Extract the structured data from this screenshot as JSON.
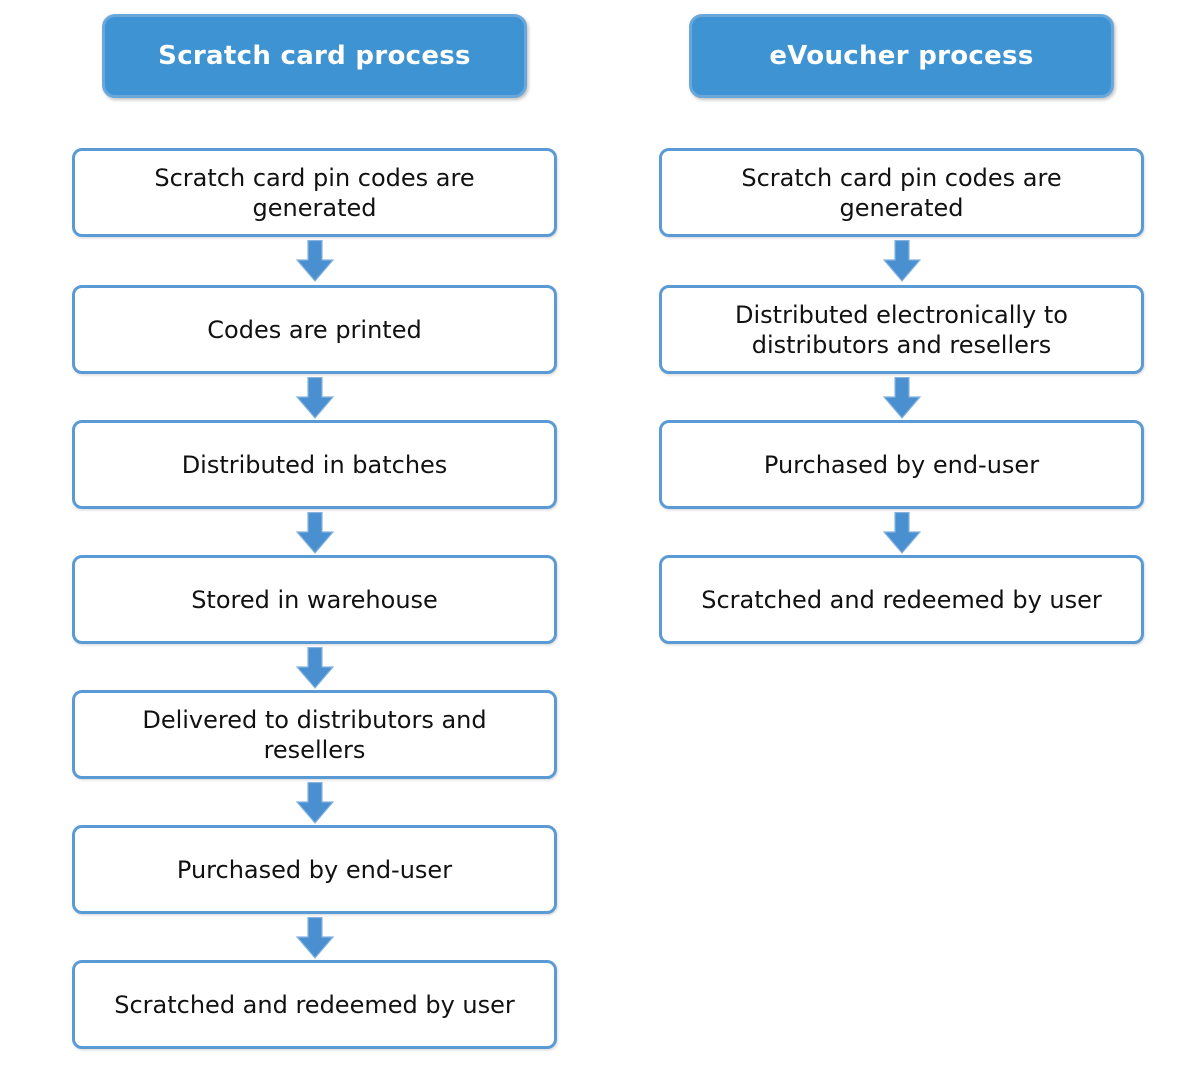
{
  "diagram": {
    "type": "flowchart",
    "colors": {
      "header_fill": "#3e94d2",
      "header_border": "#6aa8dc",
      "header_text": "#ffffff",
      "box_border": "#5b9bd5",
      "box_fill": "#ffffff",
      "box_text": "#111111",
      "arrow_fill": "#4a90d0",
      "arrow_edge": "#85b3e0"
    },
    "columns": [
      {
        "title": "Scratch card process",
        "steps": [
          "Scratch card pin codes are generated",
          "Codes are printed",
          "Distributed in batches",
          "Stored in warehouse",
          "Delivered to distributors and resellers",
          "Purchased by end-user",
          "Scratched and redeemed by user"
        ]
      },
      {
        "title": "eVoucher process",
        "steps": [
          "Scratch card pin codes are generated",
          "Distributed electronically to distributors and resellers",
          "Purchased by end-user",
          "Scratched and redeemed by user"
        ]
      }
    ]
  }
}
